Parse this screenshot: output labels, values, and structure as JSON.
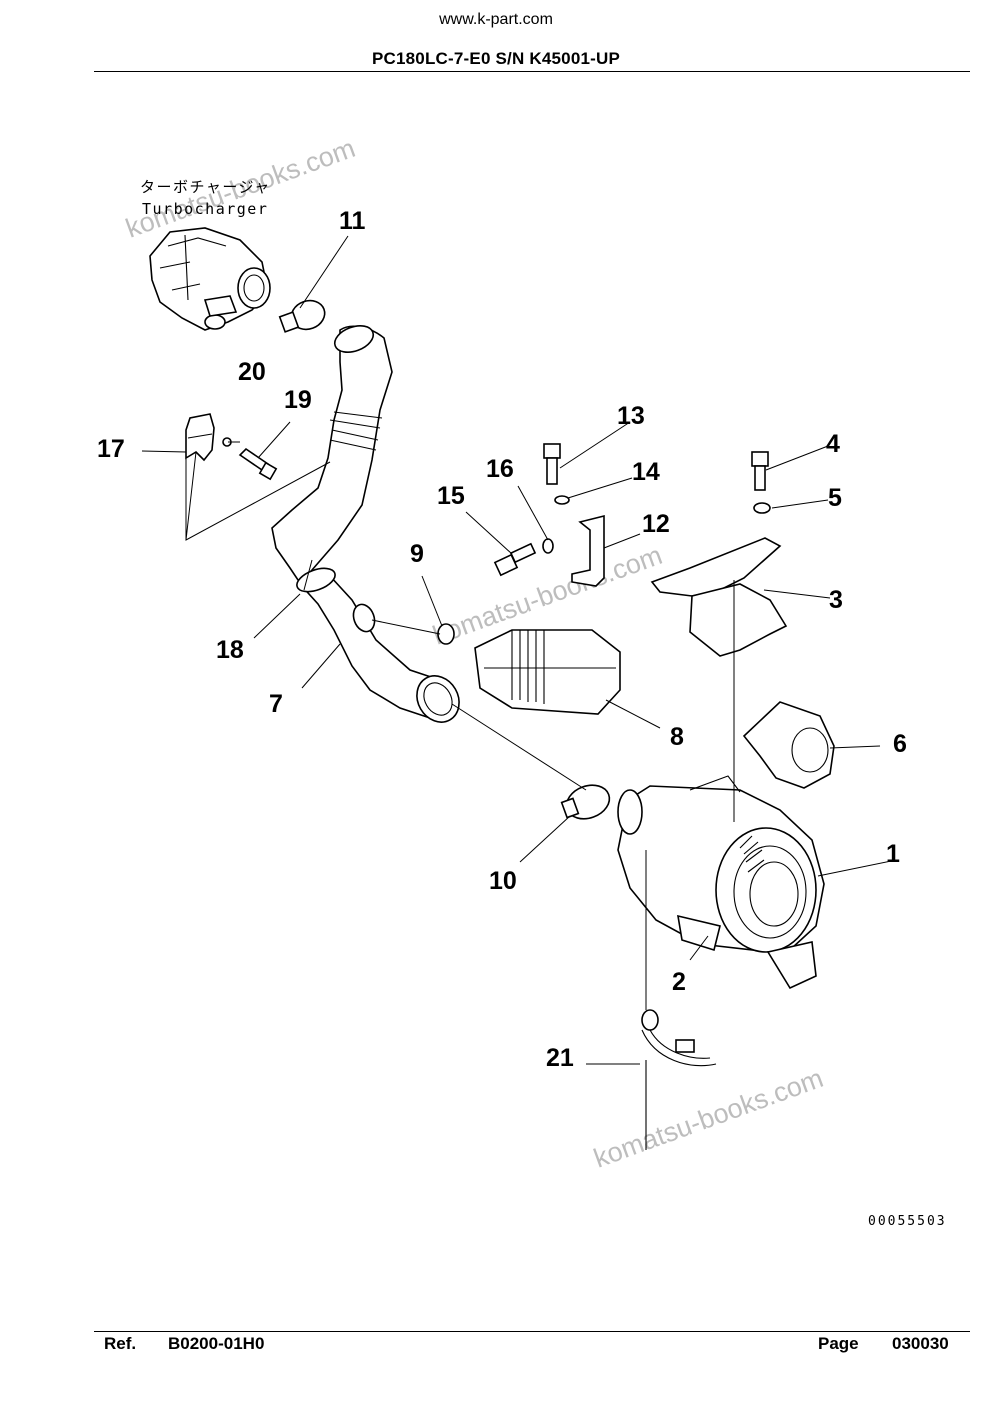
{
  "header": {
    "site": "www.k-part.com",
    "model": "PC180LC-7-E0 S/N K45001-UP"
  },
  "diagram": {
    "label_jp": "ターボチャージャ",
    "label_en": "Turbocharger",
    "watermark": "komatsu-books.com",
    "drawing_no": "00055503",
    "callouts": [
      "1",
      "2",
      "3",
      "4",
      "5",
      "6",
      "7",
      "8",
      "9",
      "10",
      "11",
      "12",
      "13",
      "14",
      "15",
      "16",
      "17",
      "18",
      "19",
      "20",
      "21"
    ]
  },
  "footer": {
    "ref_label": "Ref.",
    "ref_value": "B0200-01H0",
    "page_label": "Page",
    "page_value": "030030"
  }
}
